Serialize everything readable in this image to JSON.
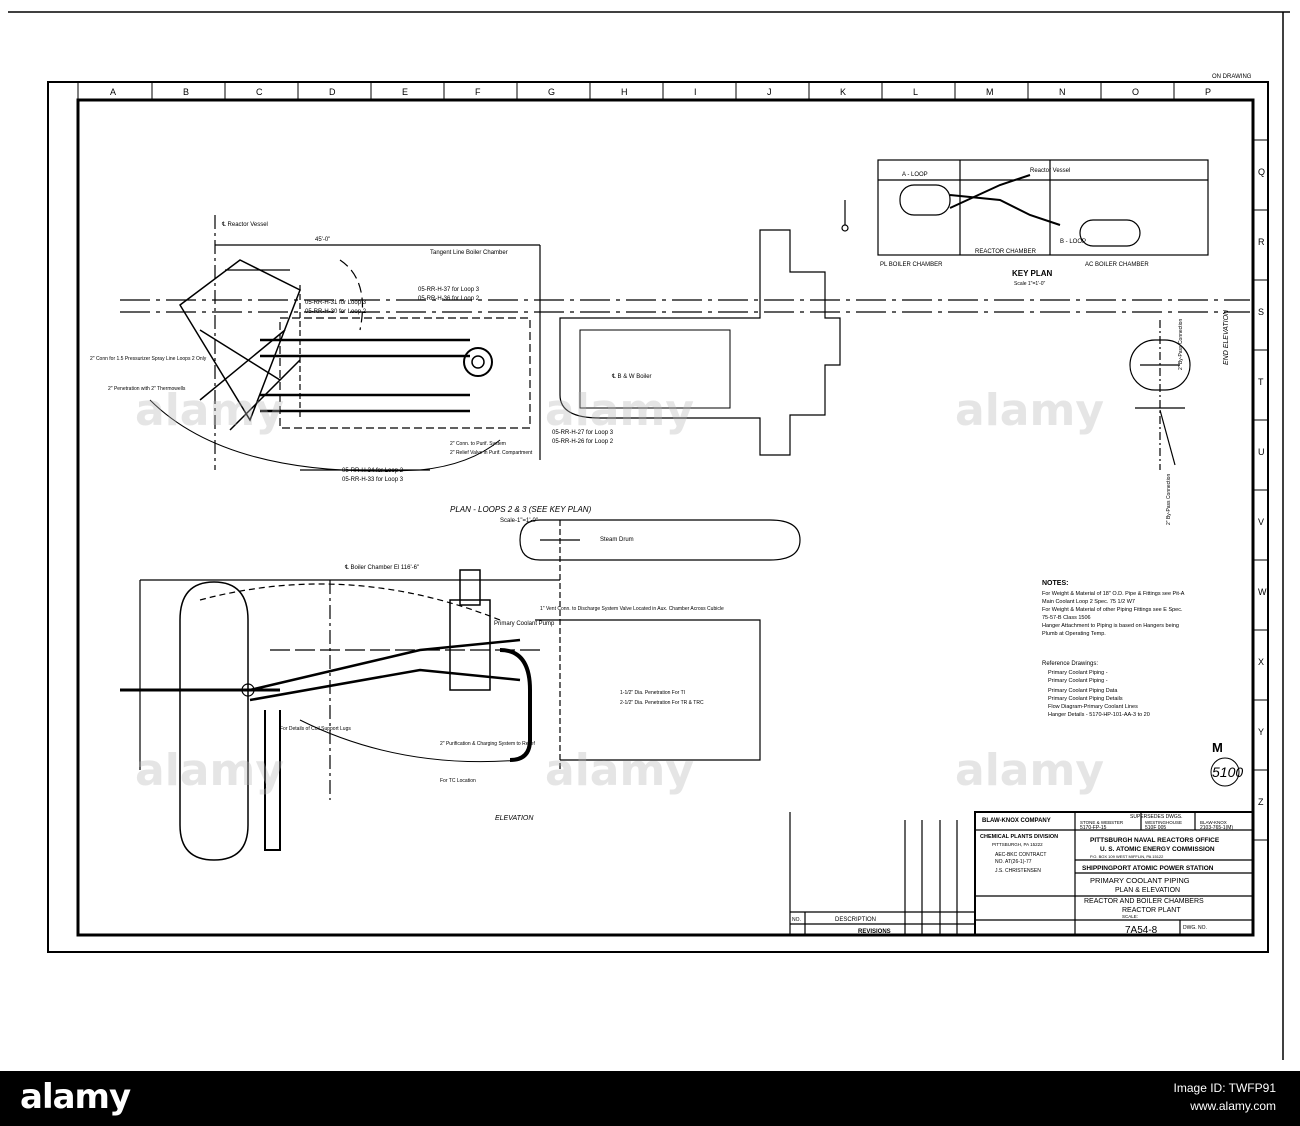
{
  "sheet": {
    "top_columns": [
      "A",
      "B",
      "C",
      "D",
      "E",
      "F",
      "G",
      "H",
      "I",
      "J",
      "K",
      "L",
      "M",
      "N",
      "O",
      "P"
    ],
    "right_rows": [
      "Q",
      "R",
      "S",
      "T",
      "U",
      "V",
      "W",
      "X",
      "Y",
      "Z"
    ],
    "on_drawing_note": "ON DRAWING"
  },
  "plan": {
    "title": "PLAN - LOOPS 2 & 3   (SEE KEY PLAN)",
    "scale": "Scale-1\"=1'-0\"",
    "labels": {
      "reactor_vessel": "℄ Reactor Vessel",
      "tangent_line": "Tangent Line Boiler Chamber",
      "boiler": "℄ B & W Boiler",
      "cl31": "05-RR-H-31 for Loop 3",
      "cl30": "05-RR-H-30 for Loop 2",
      "cl37": "05-RR-H-37 for Loop 3",
      "cl36": "05-RR-H-36 for Loop 2",
      "cl27": "05-RR-H-27 for Loop 3",
      "cl26": "05-RR-H-26 for Loop 2",
      "cl34": "05-RR-H-34 for Loop 2",
      "cl33": "05-RR-H-33 for Loop 3",
      "pressurizer": "2\" Conn for 1.5 Pressurizer Spray Line Loops 2 Only",
      "penetration": "2\" Penetration with 2\" Thermowells",
      "purification": "2\" Conn. to Purif. System",
      "relief": "2\" Relief Valve in Purif. Compartment",
      "dim_top": "45'-0\""
    }
  },
  "key_plan": {
    "title": "KEY PLAN",
    "scale": "Scale 1\"=1'-0\"",
    "loop_label": "A - LOOP",
    "loop_label_2": "B - LOOP",
    "reactor_chamber": "REACTOR CHAMBER",
    "boiler_left": "PL BOILER CHAMBER",
    "boiler_right": "AC BOILER CHAMBER",
    "reactor_vessel": "Reactor Vessel"
  },
  "end_elevation": {
    "title": "END ELEVATION",
    "bypass_top": "2\" By-Pass Connection",
    "bypass_bottom": "2\" By-Pass Connection"
  },
  "elevation": {
    "title": "ELEVATION",
    "labels": {
      "boiler_chamber": "℄ Boiler Chamber El 116'-6\"",
      "steam_drum": "Steam Drum",
      "primary_pump": "Primary Coolant Pump",
      "vent": "1\" Vent Conn. to Discharge System Valve Located in Aux. Chamber Across Cubicle",
      "penetration_ti": "1-1/2\" Dia. Penetration For TI",
      "penetration_tr": "2-1/2\" Dia. Penetration For TR & TRC",
      "support": "For Details of Coil Support Lugs",
      "charging": "2\" Purification & Charging System to Relief",
      "tc_location": "For TC Location"
    }
  },
  "notes": {
    "title": "NOTES:",
    "lines": [
      "For Weight & Material of 18\" O.D. Pipe & Fittings see Pit-A",
      "Main Coolant Loop 2 Spec. 75 1/2 W7",
      "For Weight & Material of other Piping Fittings see E Spec.",
      "75-57-B Class 1506",
      "Hanger Attachment to Piping is based on Hangers being",
      "Plumb at Operating Temp."
    ]
  },
  "reference": {
    "title": "Reference Drawings:",
    "lines": [
      "Primary Coolant Piping -",
      "Primary Coolant Piping -",
      "Primary Coolant Piping Data",
      "Primary Coolant Piping Details",
      "Flow Diagram-Primary Coolant Lines",
      "Hanger Details - 5170-HP-101-AA-3 to 20"
    ]
  },
  "stamp": {
    "letter": "M",
    "number": "5100"
  },
  "revisions": {
    "description_header": "DESCRIPTION",
    "revisions_header": "REVISIONS",
    "no_header": "NO."
  },
  "title_block": {
    "superseded": "SUPERSEDES DWGS.",
    "col1": "STONE & WEBSTER",
    "col2": "WESTINGHOUSE",
    "col3": "BLAW-KNOX",
    "num1": "5170-FP-15",
    "num2": "510F 005",
    "num3": "2103-765-1(M)",
    "company": "BLAW-KNOX COMPANY",
    "division": "CHEMICAL PLANTS DIVISION",
    "city": "PITTSBURGH, PA  15222",
    "contract": "AEC-BKC CONTRACT",
    "contract_no": "NO. AT(26-1)-77",
    "designer": "J.S. CHRISTENSEN",
    "office": "PITTSBURGH NAVAL REACTORS OFFICE",
    "commission": "U. S. ATOMIC ENERGY COMMISSION",
    "address": "P.O. BOX 109        WEST MIFFLIN, PA 15122",
    "station": "SHIPPINGPORT ATOMIC POWER STATION",
    "drawing_title_1": "PRIMARY COOLANT PIPING",
    "drawing_title_2": "PLAN & ELEVATION",
    "drawing_title_3": "REACTOR AND BOILER CHAMBERS",
    "drawing_title_4": "REACTOR PLANT",
    "scale_label": "SCALE:",
    "drawing_number": "7A54-8",
    "dwg_no_label": "DWG. NO."
  },
  "footer": {
    "logo": "alamy",
    "image_id": "Image ID: TWFP91",
    "site": "www.alamy.com"
  }
}
